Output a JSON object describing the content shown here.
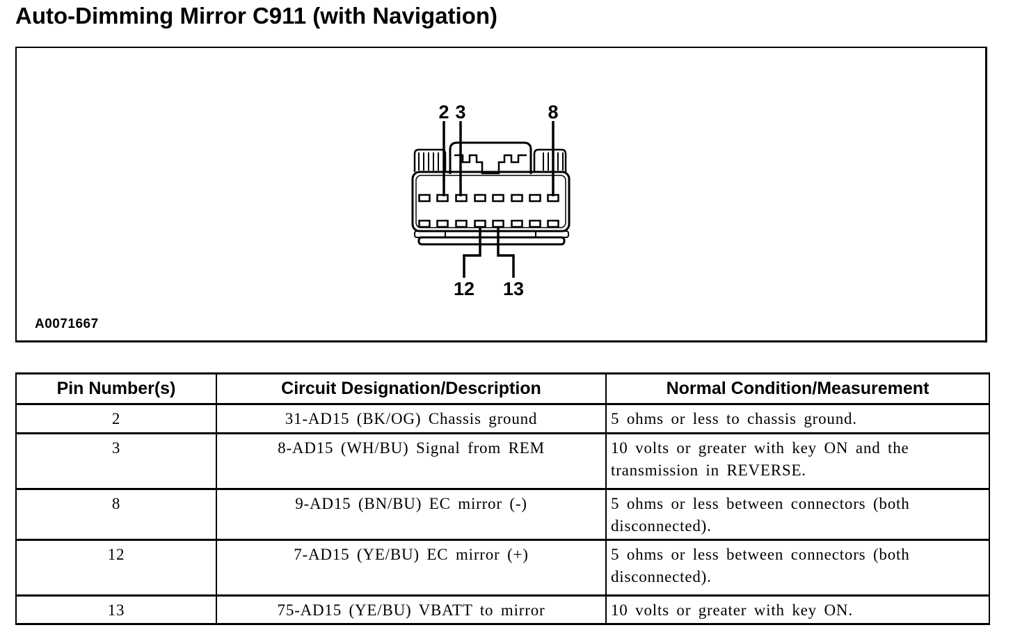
{
  "page_title": "Auto-Dimming Mirror C911 (with Navigation)",
  "diagram": {
    "figure_id": "A0071667",
    "connector": {
      "top_pin_labels": [
        "2",
        "3",
        "8"
      ],
      "bottom_pin_labels": [
        "12",
        "13"
      ],
      "top_row_slots": 8,
      "bottom_row_slots": 8
    }
  },
  "table": {
    "headers": {
      "pin": "Pin Number(s)",
      "circuit": "Circuit Designation/Description",
      "condition": "Normal Condition/Measurement"
    },
    "rows": [
      {
        "pin": "2",
        "circuit": "31-AD15 (BK/OG) Chassis ground",
        "condition": "5 ohms or less to chassis ground."
      },
      {
        "pin": "3",
        "circuit": "8-AD15 (WH/BU) Signal from REM",
        "condition": "10 volts or greater with key ON and the transmission in REVERSE."
      },
      {
        "pin": "8",
        "circuit": "9-AD15 (BN/BU) EC mirror (-)",
        "condition": "5 ohms or less between connectors (both disconnected)."
      },
      {
        "pin": "12",
        "circuit": "7-AD15 (YE/BU) EC mirror (+)",
        "condition": "5 ohms or less between connectors (both disconnected)."
      },
      {
        "pin": "13",
        "circuit": "75-AD15 (YE/BU) VBATT to mirror",
        "condition": "10 volts or greater with key ON."
      }
    ]
  },
  "colors": {
    "ink": "#000000",
    "paper": "#ffffff"
  }
}
